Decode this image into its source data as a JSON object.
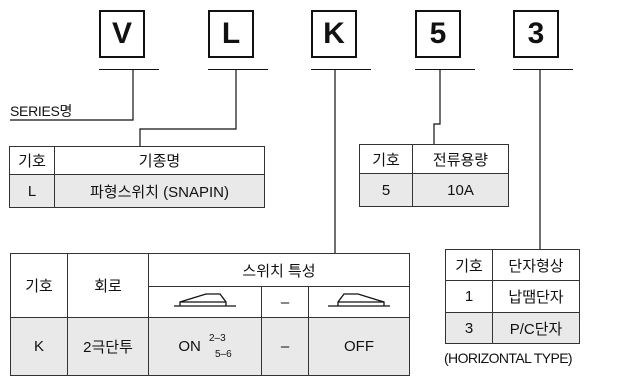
{
  "codes": [
    "V",
    "L",
    "K",
    "5",
    "3"
  ],
  "series_label": "SERIES명",
  "type_table": {
    "headers": [
      "기호",
      "기종명"
    ],
    "row": [
      "L",
      "파형스위치 (SNAPIN)"
    ]
  },
  "current_table": {
    "headers": [
      "기호",
      "전류용량"
    ],
    "row": [
      "5",
      "10A"
    ]
  },
  "circuit_table": {
    "h_symbol": "기호",
    "h_circuit": "회로",
    "h_characteristic": "스위치 특성",
    "dash": "–",
    "row": {
      "symbol": "K",
      "circuit": "2극단투",
      "on": "ON",
      "on_sub_top": "2–3",
      "on_sub_bottom": "5–6",
      "middle": "–",
      "off": "OFF"
    }
  },
  "terminal_table": {
    "headers": [
      "기호",
      "단자형상"
    ],
    "rows": [
      [
        "1",
        "납땜단자"
      ],
      [
        "3",
        "P/C단자"
      ]
    ],
    "note": "(HORIZONTAL TYPE)"
  },
  "icons": [
    "rocker-left-icon",
    "rocker-right-icon"
  ]
}
